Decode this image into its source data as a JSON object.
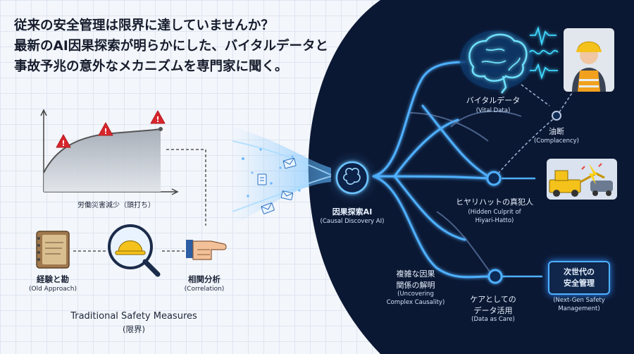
{
  "title_lines": [
    "従来の安全管理は限界に達していませんか？",
    "最新のAI因果探索が明らかにした、バイタルデータと",
    "事故予兆の意外なメカニズムを専門家に聞く。"
  ],
  "left": {
    "chart_label": "労働災害減少（頭打ち）",
    "experience": {
      "jp": "経験と勘",
      "en": "(Old Approach)"
    },
    "correlation": {
      "jp": "相関分析",
      "en": "(Correlation)"
    },
    "traditional": {
      "title": "Traditional Safety Measures",
      "sub": "(限界)"
    }
  },
  "center": {
    "jp": "因果探索AI",
    "en": "(Causal Discovery AI)"
  },
  "right": {
    "vital": {
      "jp": "バイタルデータ",
      "en": "(Vital Data)"
    },
    "complacency": {
      "jp": "油断",
      "en": "(Complacency)"
    },
    "culprit": {
      "jp": "ヒヤリハットの真犯人",
      "en1": "(Hidden Culprit of",
      "en2": "Hiyari-Hatto)"
    },
    "complex": {
      "jp1": "複雑な因果",
      "jp2": "関係の解明",
      "en1": "(Uncovering",
      "en2": "Complex Causality)"
    },
    "care": {
      "jp1": "ケアとしての",
      "jp2": "データ活用",
      "en": "(Data as Care)"
    },
    "nextgen": {
      "jp1": "次世代の",
      "jp2": "安全管理",
      "en1": "(Next-Gen Safety",
      "en2": "Management)"
    }
  },
  "colors": {
    "dark_bg": "#0b1833",
    "glow": "#4fb0ff",
    "warning": "#d8262c",
    "helmet": "#f4c21b"
  }
}
